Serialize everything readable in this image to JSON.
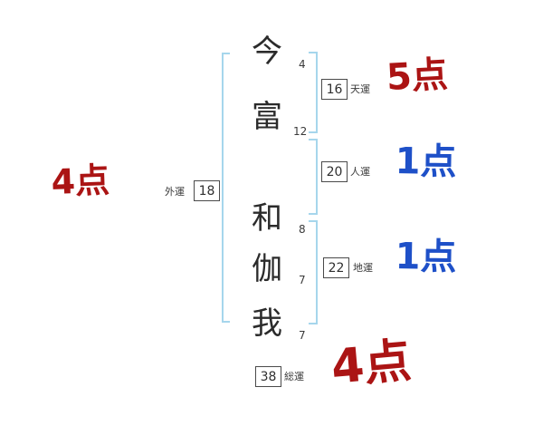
{
  "name_chars": [
    {
      "char": "今",
      "strokes": "4"
    },
    {
      "char": "富",
      "strokes": "12"
    },
    {
      "char": "和",
      "strokes": "8"
    },
    {
      "char": "伽",
      "strokes": "7"
    },
    {
      "char": "我",
      "strokes": "7"
    }
  ],
  "fortunes": {
    "heaven": {
      "value": "16",
      "label": "天運",
      "score": "5点"
    },
    "person": {
      "value": "20",
      "label": "人運",
      "score": "1点"
    },
    "earth": {
      "value": "22",
      "label": "地運",
      "score": "1点"
    },
    "outer": {
      "value": "18",
      "label": "外運",
      "score": "4点"
    },
    "total": {
      "value": "38",
      "label": "総運",
      "score": "4点"
    }
  },
  "colors": {
    "score_red": "#ab1414",
    "score_blue": "#1e50c8",
    "bracket_blue": "#a6d6ec",
    "text": "#2b2b2b"
  }
}
